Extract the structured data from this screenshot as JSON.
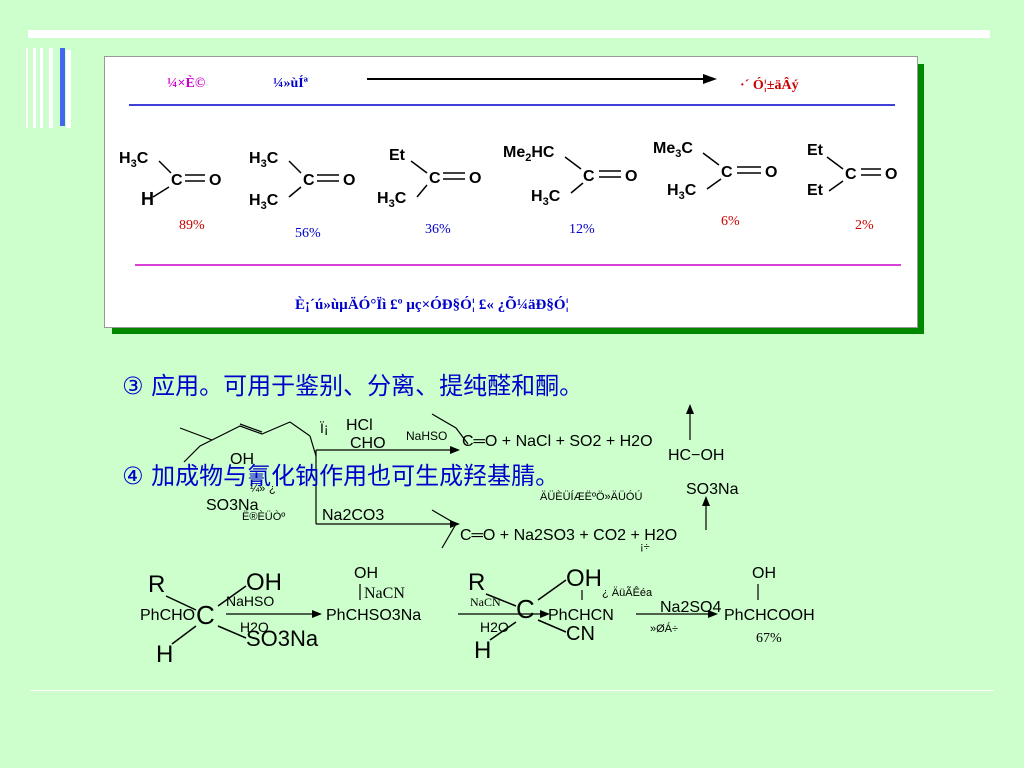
{
  "header": {
    "left_label": "¼×È©",
    "mid_label": "¼»ùÍª",
    "right_label": "·´ Ó¦±äÂý",
    "bottom_label": "È¡´ú»ùµÄÓ°Ïì £º µç×ÓÐ§Ó¦ £« ¿Õ¼äÐ§Ó¦"
  },
  "yields": [
    "89%",
    "56%",
    "36%",
    "12%",
    "6%",
    "2%"
  ],
  "structures": [
    {
      "upper": "H3C",
      "lower": "H"
    },
    {
      "upper": "H3C",
      "lower": "H3C"
    },
    {
      "upper": "Et",
      "lower": "H3C"
    },
    {
      "upper": "Me2HC",
      "lower": "H3C"
    },
    {
      "upper": "Me3C",
      "lower": "H3C"
    },
    {
      "upper": "Et",
      "lower": "Et"
    }
  ],
  "bullets": {
    "b3": "③  应用。可用于鉴别、分离、提纯醛和酮。",
    "b4": "④  加成物与氰化钠作用也可生成羟基腈。"
  },
  "reaction1": {
    "hcl": "HCl",
    "cho": "CHO",
    "nahso3": "NaHSO",
    "oh": "OH",
    "so3na": "SO3Na",
    "garble_a": "Ï¡",
    "garble_b": "Ë®ÈÜÒº",
    "garble_c": "¼»´¿",
    "garble_d": "ÄÜÈÜÍÆËºÖ»ÄÜÓÚ",
    "garble_e": "¡÷",
    "products_top": "C═O + NaCl + SO2 + H2O",
    "products_bottom": "C═O + Na2SO3 + CO2 + H2O",
    "na2co3": "Na2CO3",
    "hcl_oh": "HC−OH",
    "so3na_2": "SO3Na"
  },
  "reaction2": {
    "r": "R",
    "c": "C",
    "h": "H",
    "oh": "OH",
    "so3na": "SO3Na",
    "phcho": "PhCHO",
    "nahso3": "NaHSO",
    "h2o": "H2O",
    "mid_oh": "OH",
    "nacn": "NaCN",
    "phchso3na": "PhCHSO3Na",
    "nacn2": "NaCN",
    "h2o_2": "H2O",
    "cn": "CN",
    "phchcn": "PhCHCN",
    "garble_f": "¿ ÄüÃÊéa",
    "garble_g": "»ØÁ÷",
    "na2so4": "Na2SO4",
    "final_oh": "OH",
    "final": "PhCHCOOH",
    "yield": "67%"
  },
  "colors": {
    "background": "#ccffcc",
    "frame_shadow": "#008800",
    "blue_text": "#0000cc",
    "magenta_text": "#cc00cc",
    "red_text": "#cc0000"
  }
}
